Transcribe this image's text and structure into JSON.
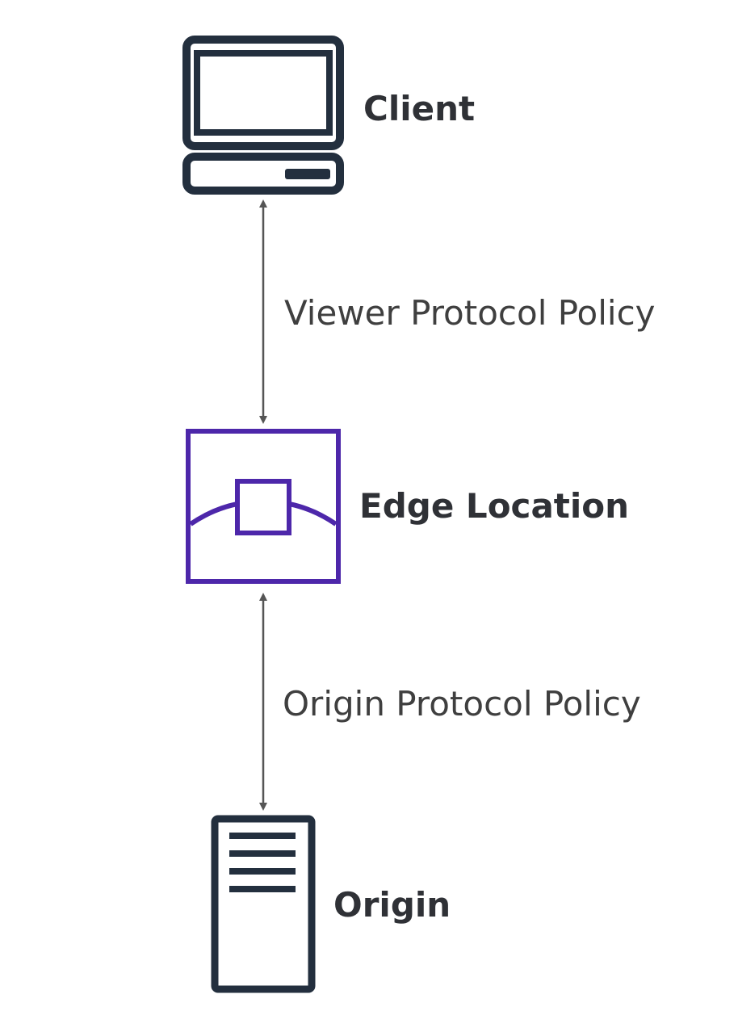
{
  "nodes": {
    "client": {
      "label": "Client",
      "icon": "client-computer-icon"
    },
    "edge": {
      "label": "Edge Location",
      "icon": "edge-location-icon"
    },
    "origin": {
      "label": "Origin",
      "icon": "server-icon"
    }
  },
  "edges": {
    "viewer": {
      "label": "Viewer Protocol Policy"
    },
    "origin": {
      "label": "Origin Protocol Policy"
    }
  },
  "colors": {
    "icon_dark": "#232f3e",
    "edge_purple": "#4d27aa",
    "arrow": "#555555",
    "text": "#3f3f3f"
  }
}
